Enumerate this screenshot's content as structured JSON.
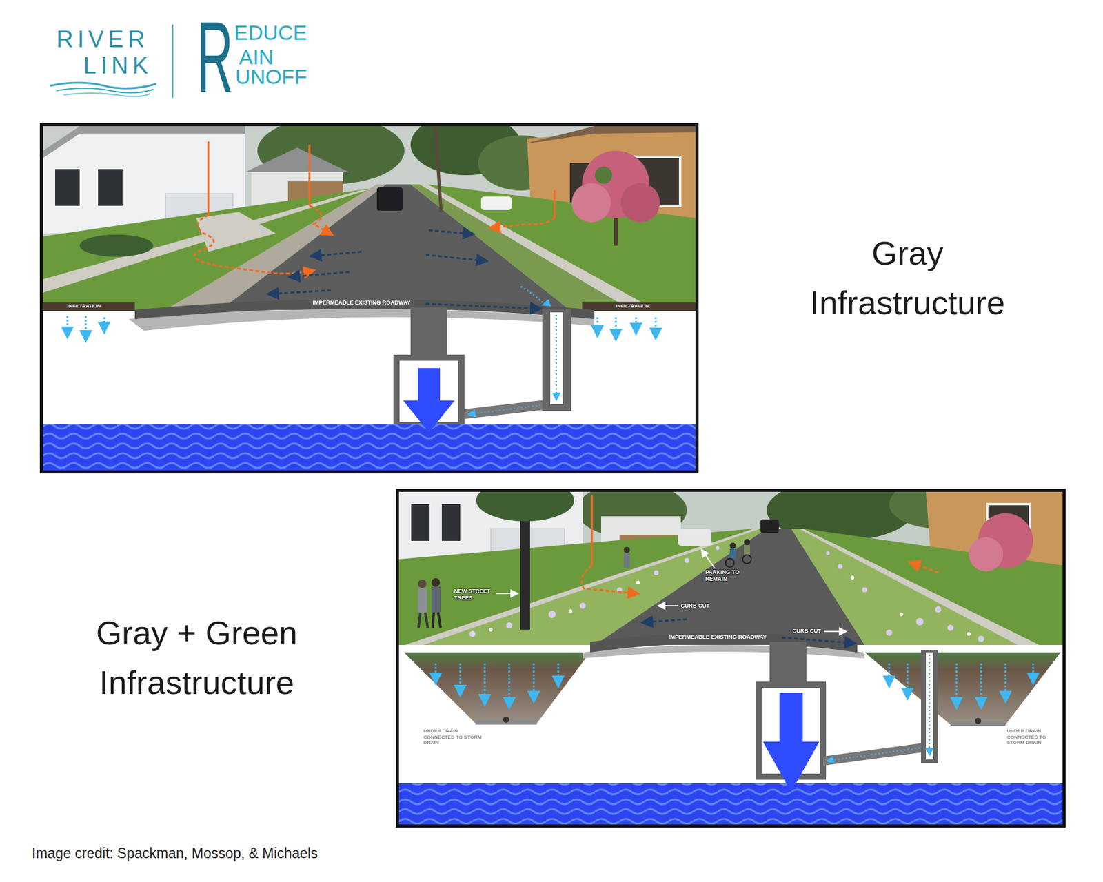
{
  "diagram": {
    "caption": "Image credit: Spackman, Mossop, & Michaels",
    "labels": [
      "RIVER",
      "LINK",
      "R",
      "EDUCE",
      "AIN",
      "UNOFF",
      "INFILTRATION",
      "IMPERMEABLE EXISTING ROADWAY",
      "INFILTRATION",
      "Gray Infrastructure",
      "NEW STREET TREES",
      "PARKING TO REMAIN",
      "CURB CUT",
      "CURB CUT",
      "IMPERMEABLE EXISTING ROADWAY",
      "UNDER DRAIN CONNECTED TO STORM DRAIN",
      "UNDER DRAIN CONNECTED TO STORM DRAIN",
      "Gray + Green Infrastructure"
    ]
  }
}
